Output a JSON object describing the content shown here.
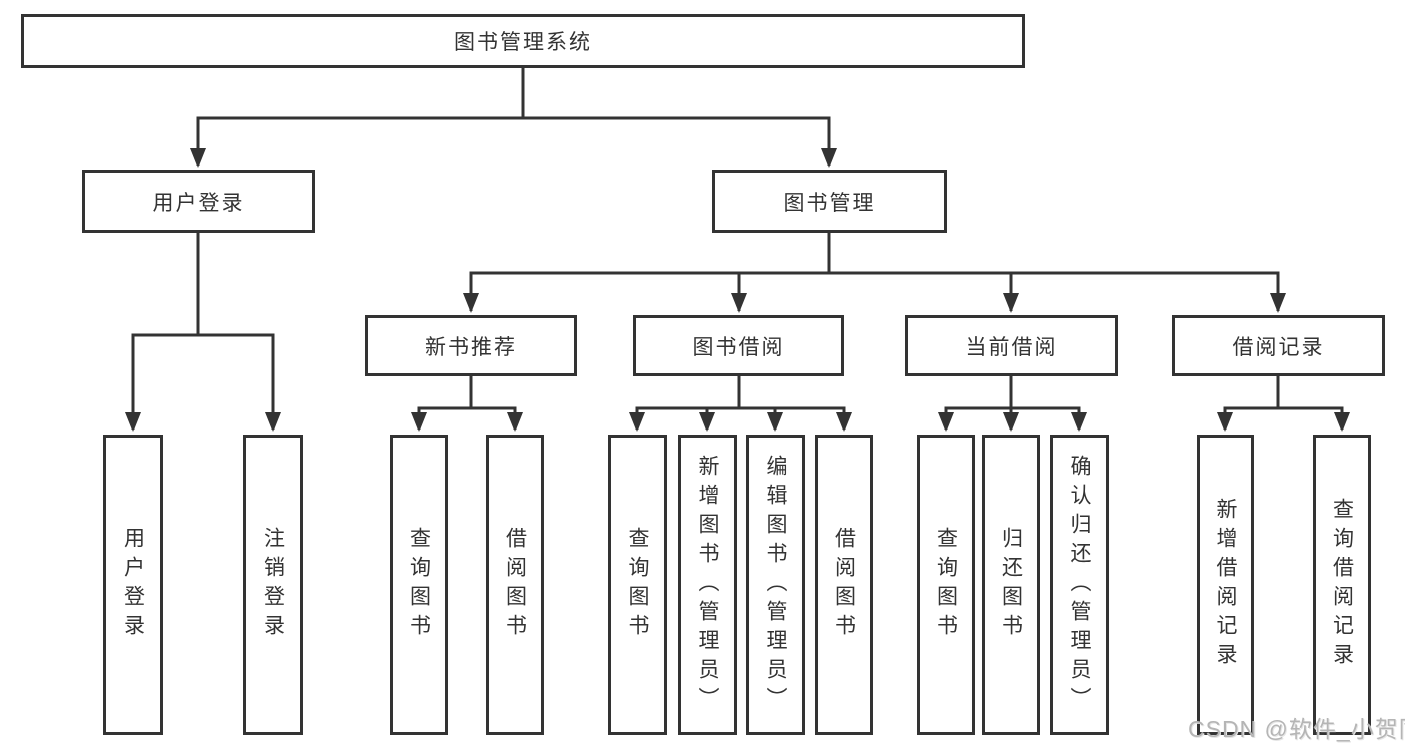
{
  "diagram_title": "图书管理系统",
  "branches": {
    "login": {
      "label": "用户登录",
      "leaves": [
        "用户登录",
        "注销登录"
      ]
    },
    "mgmt": {
      "label": "图书管理"
    },
    "recommend": {
      "label": "新书推荐",
      "leaves": [
        "查询图书",
        "借阅图书"
      ]
    },
    "borrow": {
      "label": "图书借阅",
      "leaves": [
        "查询图书",
        "新增图书（管理员）",
        "编辑图书（管理员）",
        "借阅图书"
      ]
    },
    "current": {
      "label": "当前借阅",
      "leaves": [
        "查询图书",
        "归还图书",
        "确认归还（管理员）"
      ]
    },
    "records": {
      "label": "借阅记录",
      "leaves": [
        "新增借阅记录",
        "查询借阅记录"
      ]
    }
  },
  "watermark": "CSDN @软件_小贺同学",
  "colors": {
    "line": "#333333",
    "box_border": "#333333",
    "text": "#333333",
    "watermark": "#b5b5b5",
    "background": "#ffffff"
  }
}
